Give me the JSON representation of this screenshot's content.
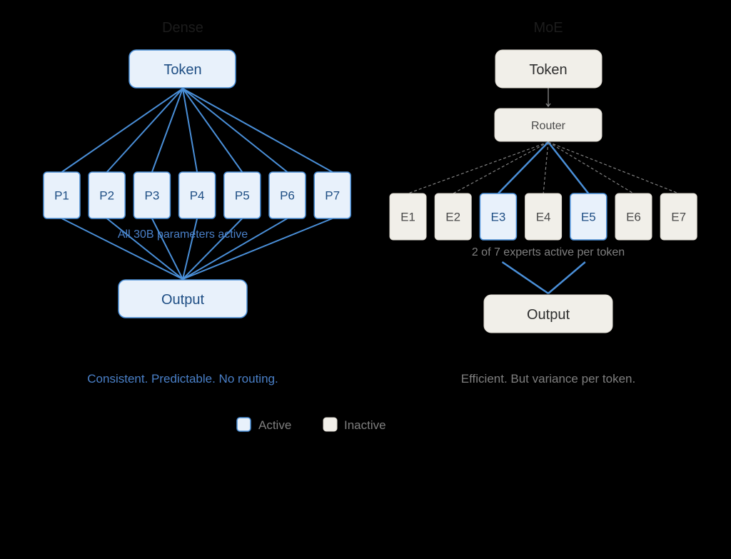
{
  "colors": {
    "background": "#000000",
    "active_fill": "#e8f1fb",
    "active_stroke": "#4a8fd8",
    "active_text": "#1e4e84",
    "active_caption": "#4a80c8",
    "inactive_fill": "#f1efe9",
    "inactive_stroke": "#ddd9d0",
    "inactive_text": "#2e2e2e",
    "muted_text": "#7f7f7f",
    "router_line": "#8a8a8a",
    "panel_title": "#1c1c1c"
  },
  "dense": {
    "title": "Dense",
    "token_label": "Token",
    "params": [
      "P1",
      "P2",
      "P3",
      "P4",
      "P5",
      "P6",
      "P7"
    ],
    "active_note": "All 30B parameters active",
    "output_label": "Output",
    "caption": "Consistent. Predictable. No routing."
  },
  "moe": {
    "title": "MoE",
    "token_label": "Token",
    "router_label": "Router",
    "experts": [
      {
        "label": "E1",
        "active": false
      },
      {
        "label": "E2",
        "active": false
      },
      {
        "label": "E3",
        "active": true
      },
      {
        "label": "E4",
        "active": false
      },
      {
        "label": "E5",
        "active": true
      },
      {
        "label": "E6",
        "active": false
      },
      {
        "label": "E7",
        "active": false
      }
    ],
    "active_note": "2 of 7 experts active per token",
    "output_label": "Output",
    "caption": "Efficient. But variance per token."
  },
  "legend": {
    "active_label": "Active",
    "inactive_label": "Inactive"
  }
}
